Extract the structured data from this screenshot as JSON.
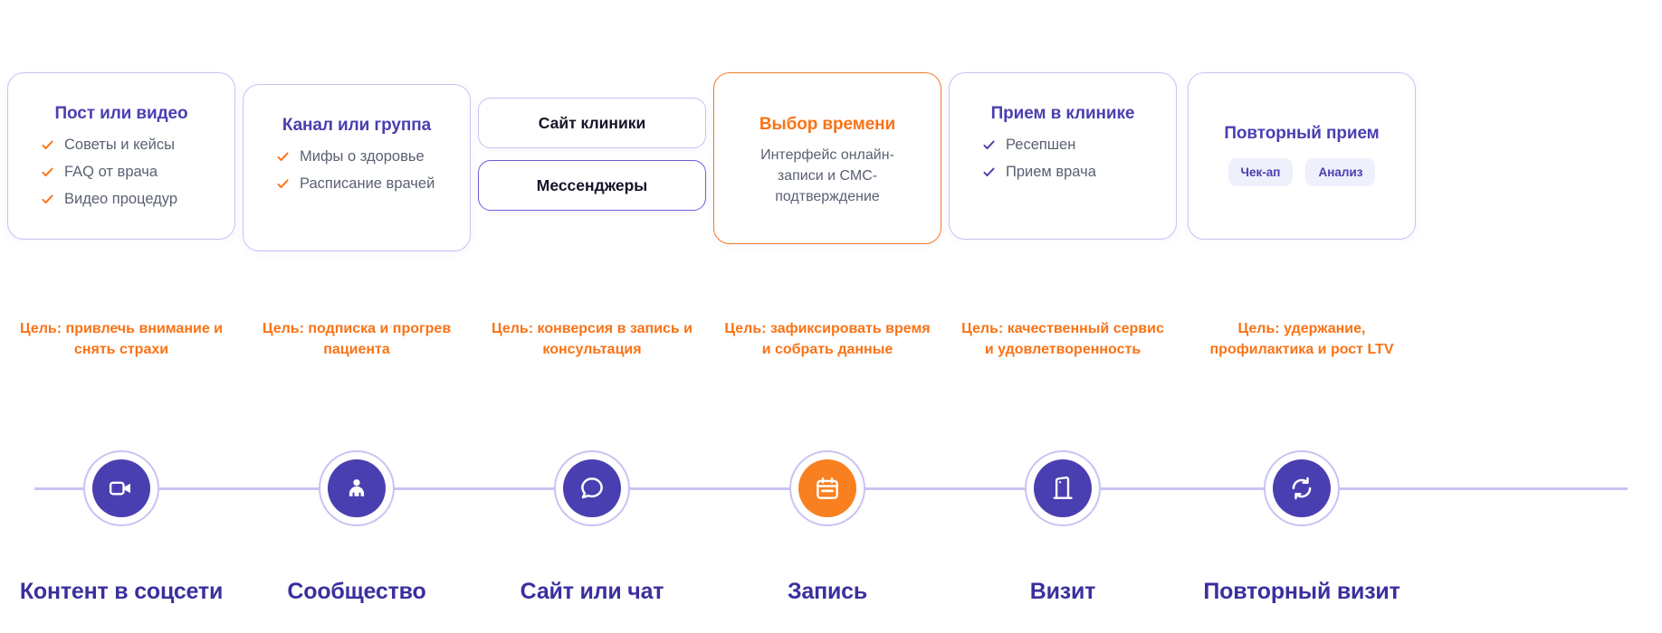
{
  "theme": {
    "purple": "#4a3fb0",
    "purple_dark": "#3b2f9e",
    "orange": "#f97316",
    "orange_node": "#f98020",
    "border_lilac": "#c8c2f2",
    "track": "#c9c3f3",
    "body_text": "#5a6172",
    "chip_bg": "#eef0fc"
  },
  "columns": [
    {
      "card": {
        "type": "list",
        "title": "Пост или видео",
        "title_accent": false,
        "border_accent": false,
        "check_color": "#f97316",
        "bullets": [
          "Советы и кейсы",
          "FAQ от врача",
          "Видео процедур"
        ]
      },
      "goal": "Цель: привлечь внимание и снять страхи",
      "node": {
        "icon": "video-camera-icon",
        "accent": false
      },
      "label": "Контент в соцсети"
    },
    {
      "card": {
        "type": "list",
        "title": "Канал или группа",
        "title_accent": false,
        "border_accent": false,
        "check_color": "#f97316",
        "bullets": [
          "Мифы о здоровье",
          "Расписание врачей"
        ]
      },
      "goal": "Цель: подписка и прогрев пациента",
      "node": {
        "icon": "community-icon",
        "accent": false
      },
      "label": "Сообщество"
    },
    {
      "card": {
        "type": "pills",
        "pills": [
          "Сайт клиники",
          "Мессенджеры"
        ]
      },
      "goal": "Цель: конверсия в запись и консультация",
      "node": {
        "icon": "chat-bubble-icon",
        "accent": false
      },
      "label": "Сайт или чат"
    },
    {
      "card": {
        "type": "desc",
        "title": "Выбор времени",
        "title_accent": true,
        "border_accent": true,
        "desc": "Интерфейс онлайн-записи и СМС-подтверждение"
      },
      "goal": "Цель: зафиксировать время и собрать данные",
      "node": {
        "icon": "calendar-icon",
        "accent": true
      },
      "label": "Запись"
    },
    {
      "card": {
        "type": "list",
        "title": "Прием в клинике",
        "title_accent": false,
        "border_accent": false,
        "check_color": "#4a3fb0",
        "bullets": [
          "Ресепшен",
          "Прием врача"
        ]
      },
      "goal": "Цель: качественный сервис и удовлетворенность",
      "node": {
        "icon": "door-icon",
        "accent": false
      },
      "label": "Визит"
    },
    {
      "card": {
        "type": "chips",
        "title": "Повторный прием",
        "title_accent": false,
        "border_accent": false,
        "chips": [
          "Чек-ап",
          "Анализ"
        ]
      },
      "goal": "Цель: удержание, профилактика и рост LTV",
      "node": {
        "icon": "refresh-cycle-icon",
        "accent": false
      },
      "label": "Повторный визит"
    }
  ]
}
